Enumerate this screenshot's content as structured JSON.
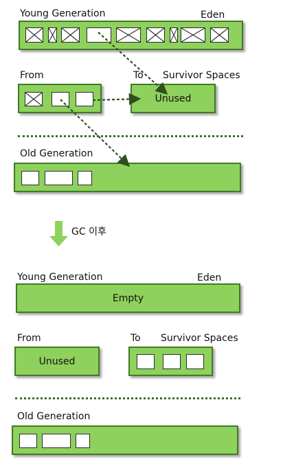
{
  "before": {
    "young_label": "Young Generation",
    "eden_label": "Eden",
    "from_label": "From",
    "to_label": "To",
    "survivor_label": "Survivor Spaces",
    "to_content": "Unused",
    "old_label": "Old Generation"
  },
  "transition": {
    "label": "GC 이후"
  },
  "after": {
    "young_label": "Young Generation",
    "eden_label": "Eden",
    "eden_content": "Empty",
    "from_label": "From",
    "from_content": "Unused",
    "to_label": "To",
    "survivor_label": "Survivor Spaces",
    "old_label": "Old Generation"
  },
  "colors": {
    "box_fill": "#8ed15c",
    "box_border": "#3f7a26",
    "arrow_fill": "#8ed15c",
    "dashed_arrow": "#2f4f1f"
  }
}
